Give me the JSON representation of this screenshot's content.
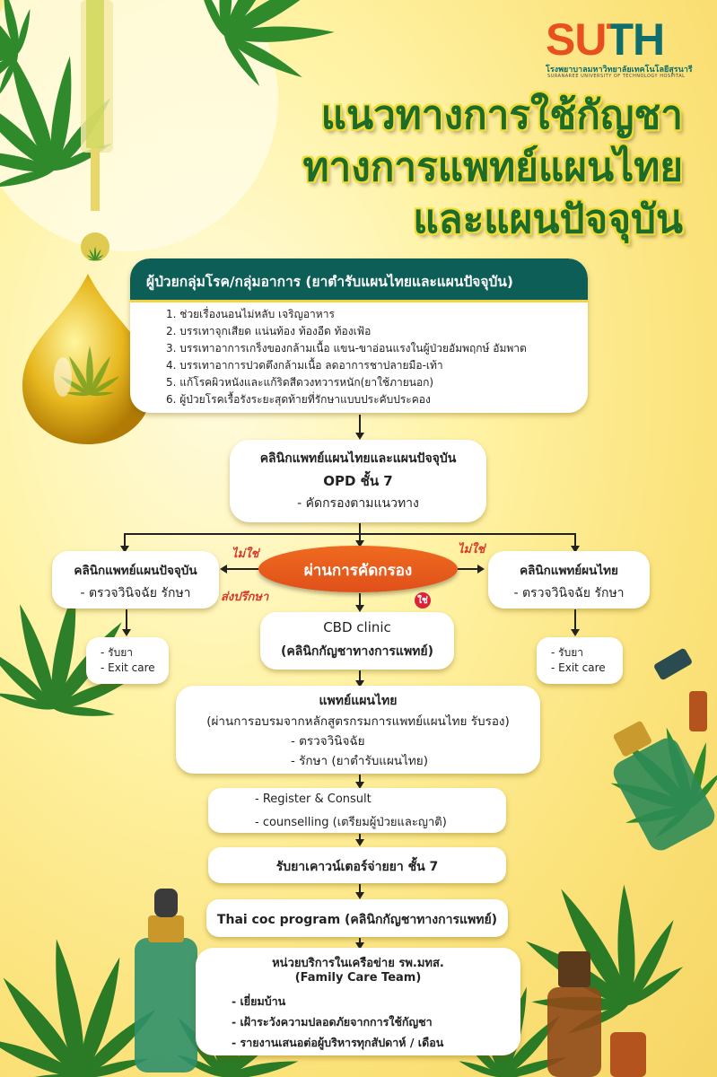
{
  "logo": {
    "mark": "SUTH",
    "name_th": "โรงพยาบาลมหาวิทยาลัยเทคโนโลยีสุรนารี",
    "name_en": "SURANAREE UNIVERSITY OF TECHNOLOGY HOSPITAL",
    "colors": {
      "orange": "#e8511f",
      "teal": "#0f6e6b"
    }
  },
  "title": {
    "line1": "แนวทางการใช้กัญชา",
    "line2": "ทางการแพทย์แผนไทย",
    "line3": "และแผนปัจจุบัน"
  },
  "groups": {
    "header": "ผู้ป่วยกลุ่มโรค/กลุ่มอาการ (ยาตำรับแผนไทยและแผนปัจจุบัน)",
    "items": [
      "1. ช่วยเรื่องนอนไม่หลับ เจริญอาหาร",
      "2. บรรเทาจุกเสียด แน่นท้อง ท้องอืด ท้องเฟ้อ",
      "3. บรรเทาอาการเกร็งของกล้ามเนื้อ แขน-ขาอ่อนแรงในผู้ป่วยอัมพฤกษ์ อัมพาต",
      "4. บรรเทาอาการปวดตึงกล้ามเนื้อ ลดอาการชาปลายมือ-เท้า",
      "5. แก้โรคผิวหนังและแก้ริดสีดวงทวารหนัก(ยาใช้ภายนอก)",
      "6. ผู้ป่วยโรคเรื้อรังระยะสุดท้ายที่รักษาแบบประคับประคอง"
    ]
  },
  "clinic": {
    "line1": "คลินิกแพทย์แผนไทยและแผนปัจจุบัน",
    "line2": "OPD ชั้น 7",
    "line3": "- คัดกรองตามแนวทาง"
  },
  "screening": "ผ่านการคัดกรอง",
  "labels": {
    "no_left": "ไม่ใช่",
    "no_right": "ไม่ใช่",
    "yes": "ใช่",
    "refer": "ส่งปรึกษา"
  },
  "modern_clinic": {
    "title": "คลินิกแพทย์แผนปัจจุบัน",
    "sub": "- ตรวจวินิจฉัย รักษา"
  },
  "thai_clinic": {
    "title": "คลินิกแพทย์ผนไทย",
    "sub": "- ตรวจวินิจฉัย รักษา"
  },
  "left_result": {
    "l1": "- รับยา",
    "l2": "- Exit care"
  },
  "right_result": {
    "l1": "- รับยา",
    "l2": "- Exit care"
  },
  "cbd": {
    "line1": "CBD clinic",
    "line2": "(คลินิกกัญชาทางการแพทย์)"
  },
  "thai_doctor": {
    "title": "แพทย์แผนไทย",
    "line2": "(ผ่านการอบรมจากหลักสูตรกรมการแพทย์แผนไทย รับรอง)",
    "line3": "- ตรวจวินิจฉัย",
    "line4": "- รักษา (ยาตำรับแผนไทย)"
  },
  "register": {
    "line1": "- Register & Consult",
    "line2": "- counselling (เตรียมผู้ป่วยและญาติ)"
  },
  "pharmacy": "รับยาเคาวน์เตอร์จ่ายยา ชั้น 7",
  "thaicoc": "Thai coc program (คลินิกกัญชาทางการแพทย์)",
  "network": {
    "line1": "หน่วยบริการในเครือข่าย รพ.มทส.",
    "line2": "(Family Care Team)",
    "items": [
      "- เยี่ยมบ้าน",
      "- เฝ้าระวังความปลอดภัยจากการใช้กัญชา",
      "- รายงานเสนอต่อผู้บริหารทุกสัปดาห์ / เดือน"
    ]
  }
}
